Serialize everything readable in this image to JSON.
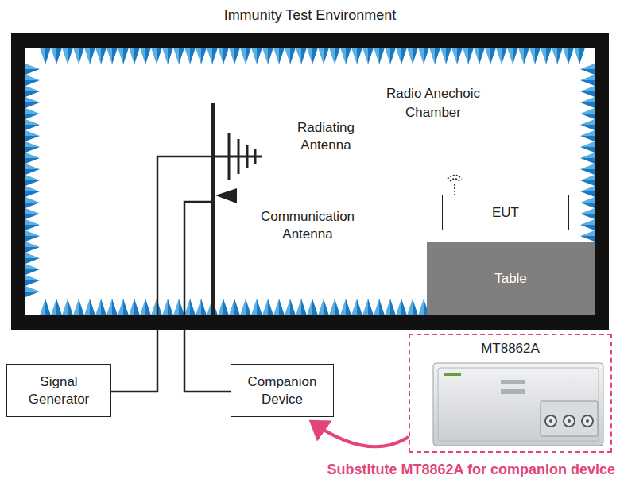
{
  "diagram": {
    "title": "Immunity Test Environment",
    "nodes": [
      {
        "text": [
          "Radio Anechoic Chamber"
        ]
      },
      {
        "text": [
          "EUT"
        ],
        "in": 0
      },
      {
        "text": [
          "Table"
        ],
        "in": 0
      },
      {
        "text": [
          "Signal Generator"
        ]
      },
      {
        "text": [
          "Companion Device"
        ]
      },
      {
        "text": [
          "MT8862A"
        ]
      }
    ],
    "edges": [
      {
        "from": 5,
        "to": 4,
        "arrow": "to",
        "label": "Substitute MT8862A for companion device"
      }
    ],
    "labels": [
      "Radiating Antenna",
      "Communication Antenna"
    ]
  }
}
